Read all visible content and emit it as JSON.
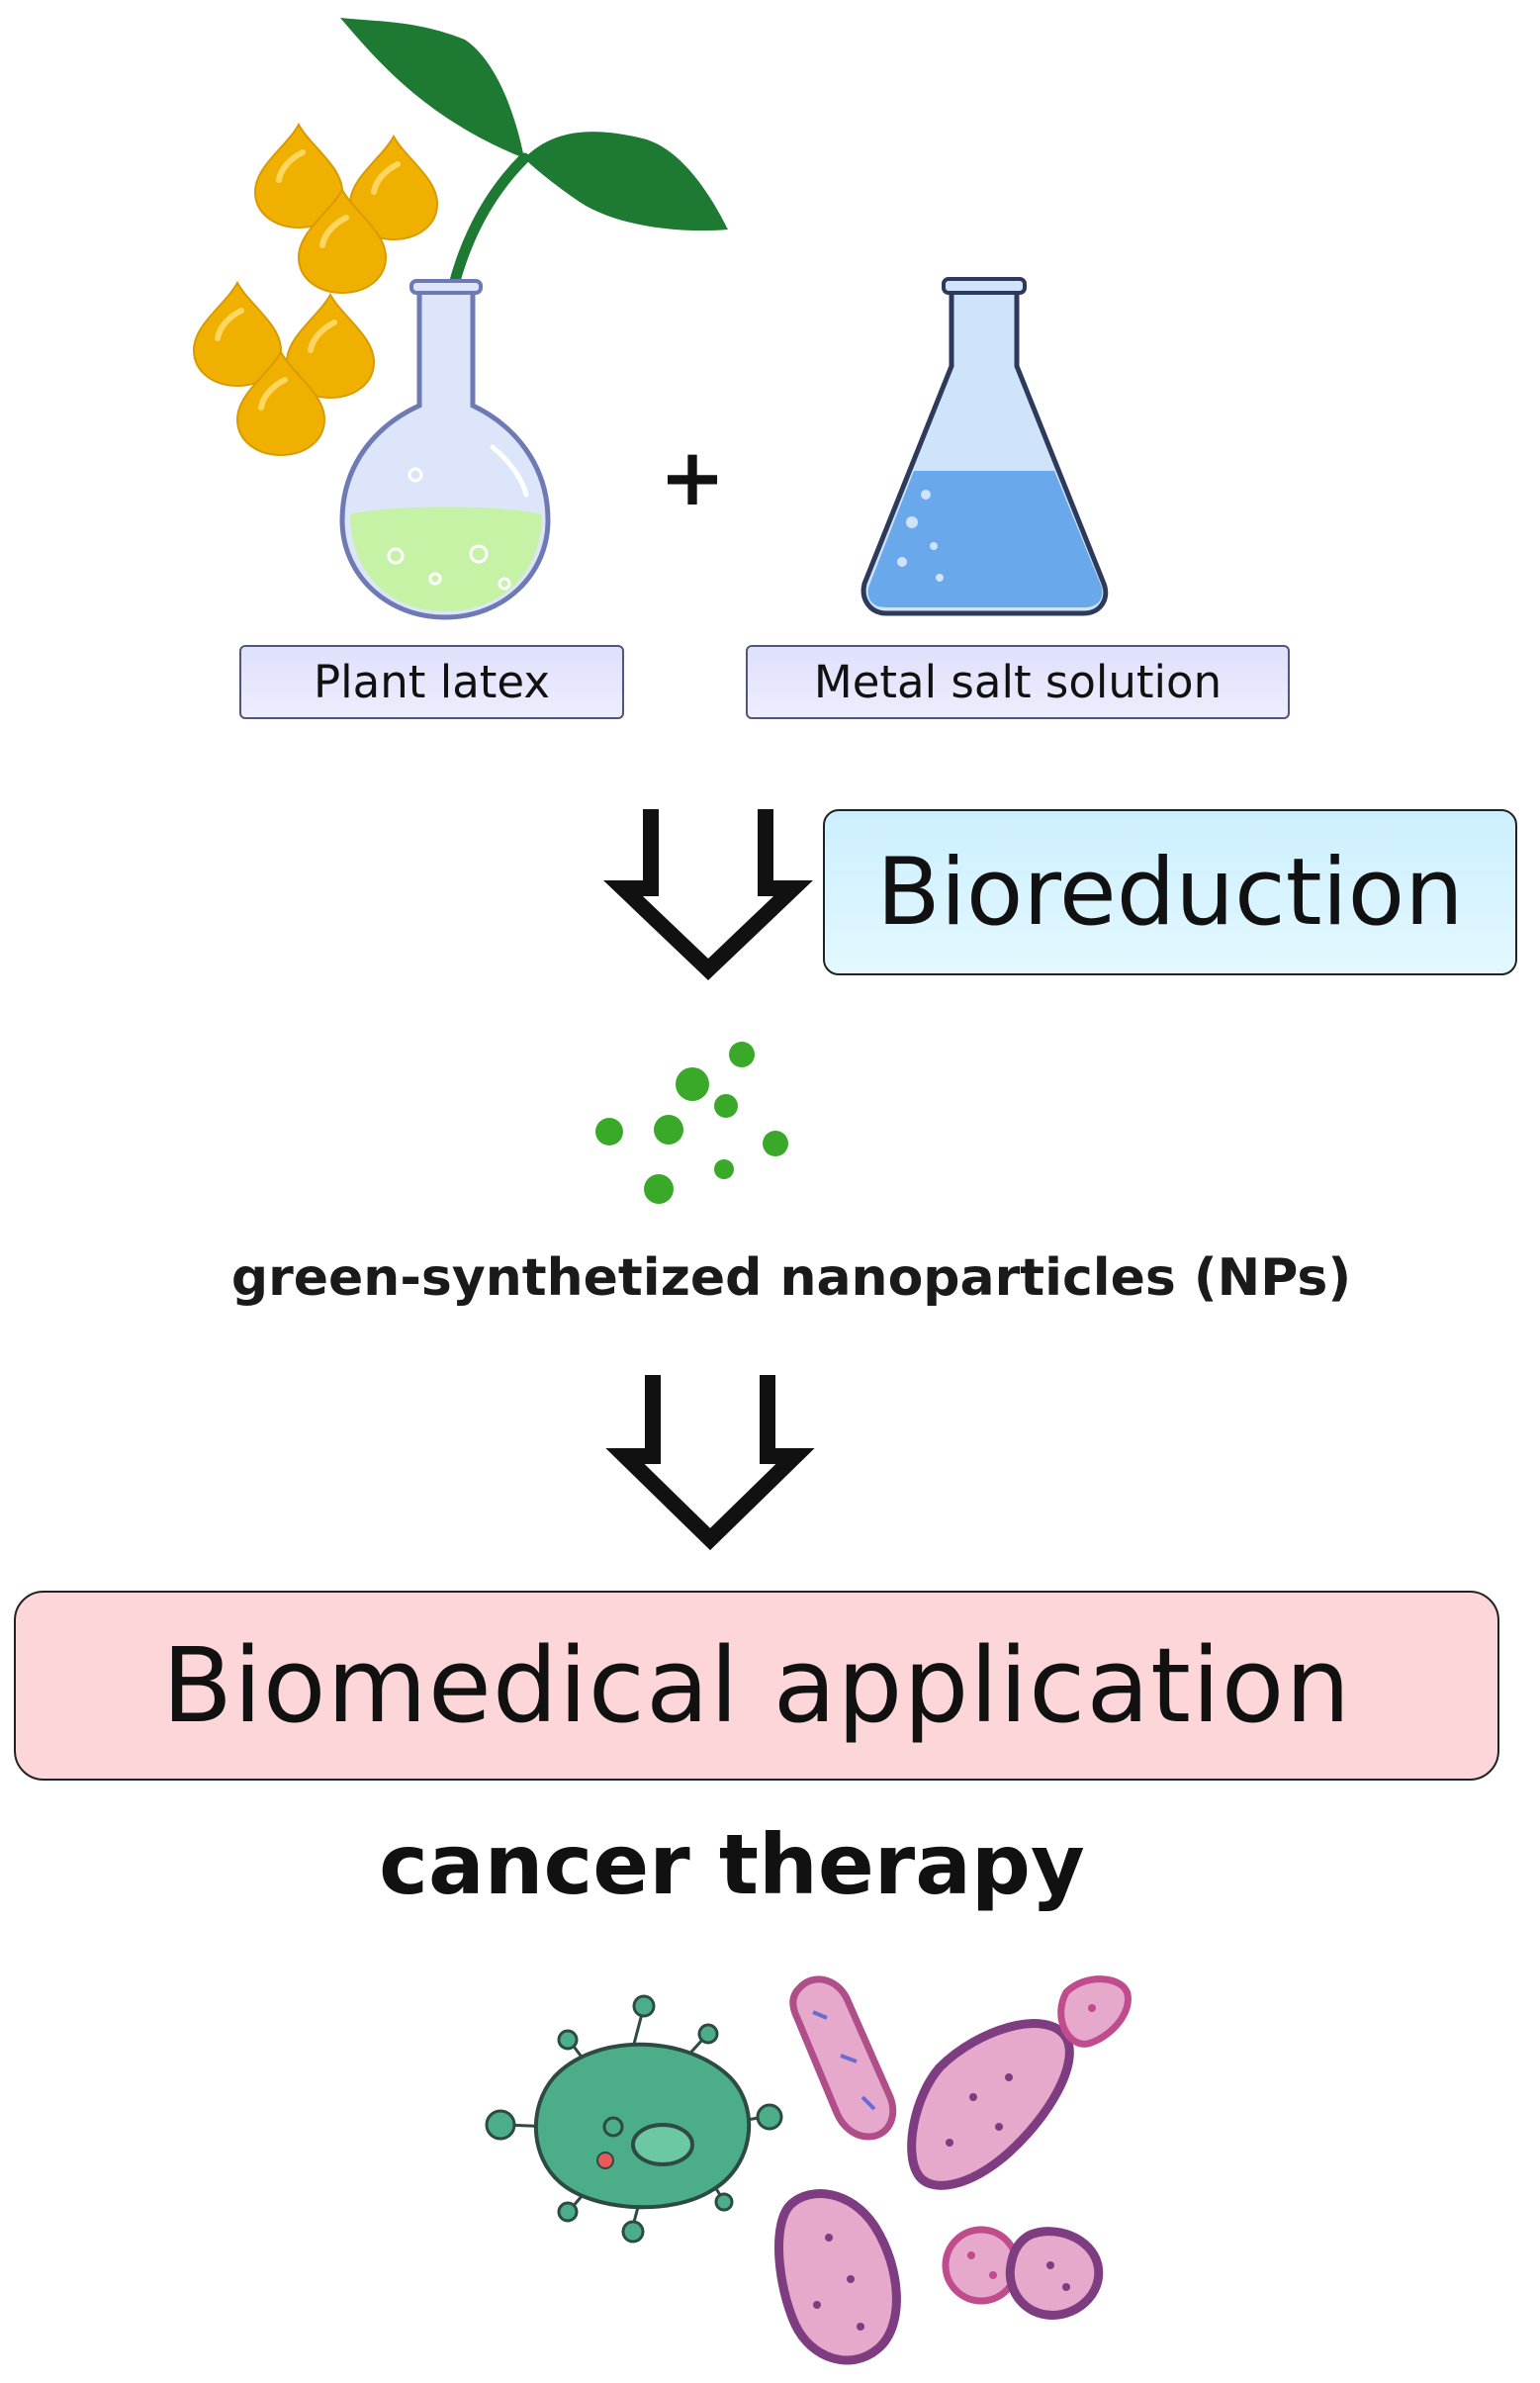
{
  "plus_symbol": "+",
  "labels": {
    "plant_latex": "Plant latex",
    "metal_salt": "Metal salt solution"
  },
  "process": {
    "bioreduction": "Bioreduction",
    "nanoparticles": "green-synthetized nanoparticles (NPs)",
    "biomedical": "Biomedical application",
    "cancer": "cancer therapy"
  },
  "colors": {
    "droplet": "#f0b000",
    "leaf": "#1e7a32",
    "flask_liquid_green": "#c6f2a6",
    "flask_liquid_blue": "#6aa8ec",
    "nanoparticle": "#3aa92a",
    "cell_green": "#4cae88",
    "cell_pink": "#e6a9cc",
    "bioreduction_box": "#d4f3ff",
    "biomedical_box": "#fcd6d8"
  }
}
